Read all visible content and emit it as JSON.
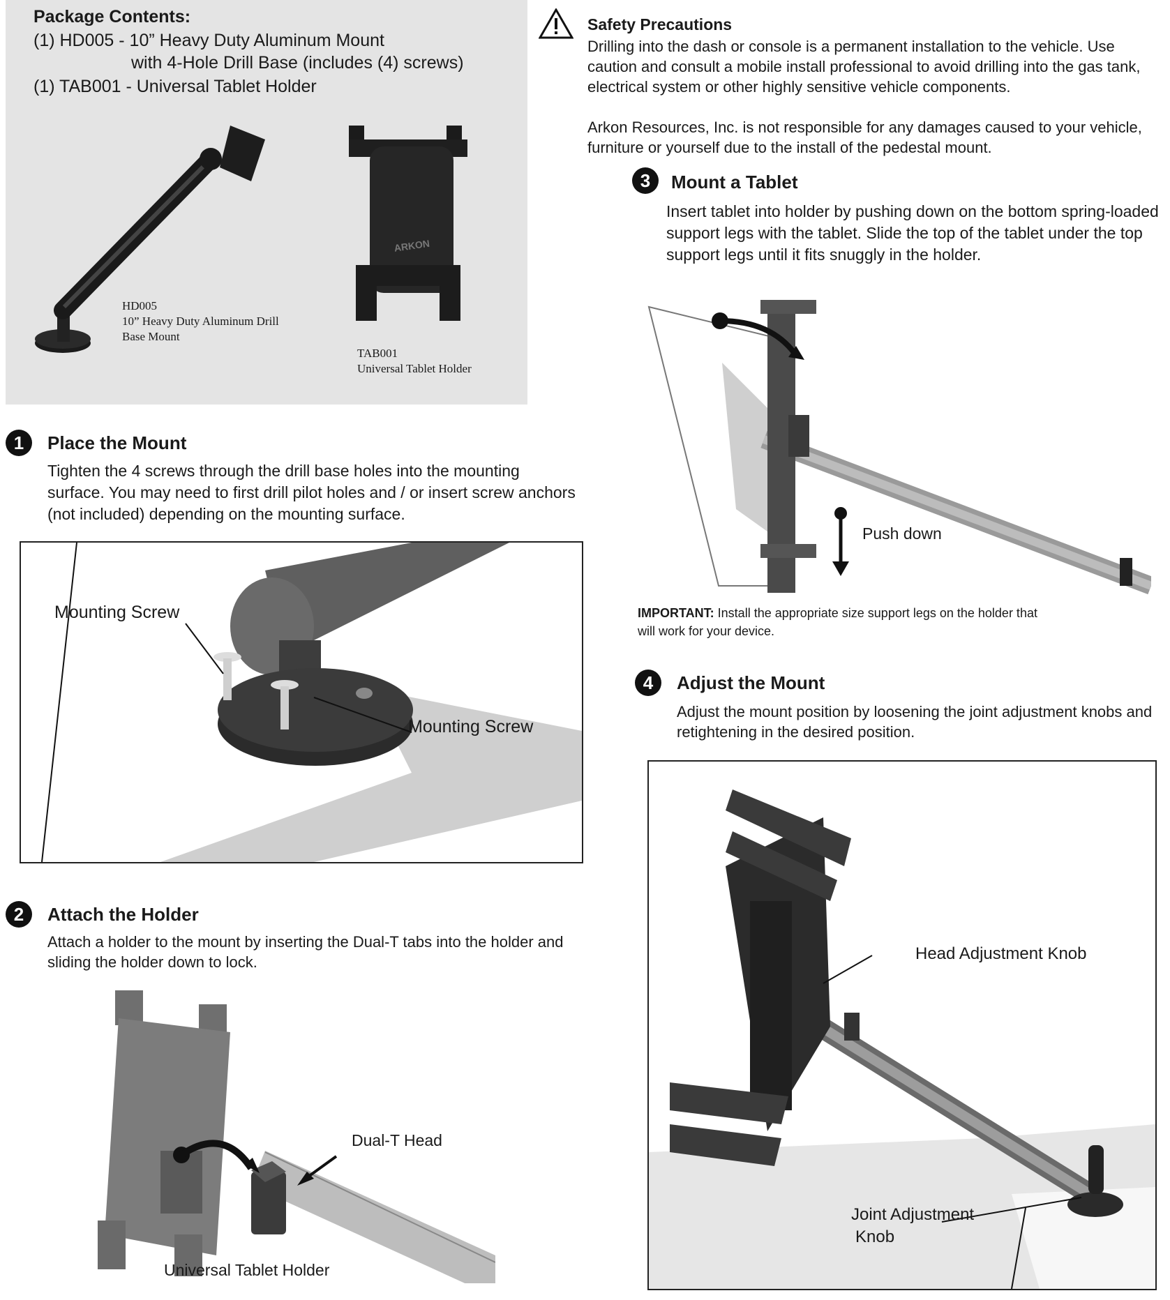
{
  "package": {
    "title": "Package Contents:",
    "line1": "(1) HD005 - 10” Heavy Duty Aluminum Mount",
    "line2": "with 4-Hole Drill Base (includes (4) screws)",
    "line3": "(1) TAB001 - Universal Tablet Holder",
    "mount_caption": [
      "HD005",
      "10” Heavy Duty Aluminum Drill",
      "Base Mount"
    ],
    "holder_caption": [
      "TAB001",
      "Universal Tablet Holder"
    ],
    "logo_text": "ARKON"
  },
  "safety": {
    "title": "Safety Precautions",
    "para1": "Drilling into the dash or console is a permanent installation to the vehicle.  Use caution and consult a mobile install professional to avoid drilling into the gas tank, electrical system or other highly sensitive vehicle components.",
    "para2": "Arkon Resources, Inc. is not responsible for any damages caused to your vehicle, furniture or yourself due to the install of the pedestal mount."
  },
  "steps": [
    {
      "num": "1",
      "title": "Place the Mount",
      "text": "Tighten the 4 screws through the drill base holes into the mounting surface. You may need to first drill pilot holes and / or insert screw anchors (not included) depending on the mounting surface.",
      "labels": [
        "Mounting Screw",
        "Mounting Screw"
      ]
    },
    {
      "num": "2",
      "title": "Attach the Holder",
      "text": "Attach a holder to the mount by inserting the Dual-T tabs into the holder and sliding the holder down to lock.",
      "labels": [
        "Dual-T Head",
        "Universal Tablet Holder"
      ]
    },
    {
      "num": "3",
      "title": "Mount a Tablet",
      "text": "Insert tablet into holder by pushing down on the bottom spring-loaded support legs with the tablet. Slide the top of the tablet under the top support legs until it fits snuggly in the holder.",
      "labels": [
        "Push down"
      ],
      "important_label": "IMPORTANT:",
      "important_text": "Install the appropriate size support legs on the holder that will work for your device."
    },
    {
      "num": "4",
      "title": "Adjust the Mount",
      "text": "Adjust the mount position by loosening the joint adjustment knobs and retightening in the desired position.",
      "labels": [
        "Head Adjustment Knob",
        "Joint Adjustment",
        "Knob"
      ]
    }
  ]
}
